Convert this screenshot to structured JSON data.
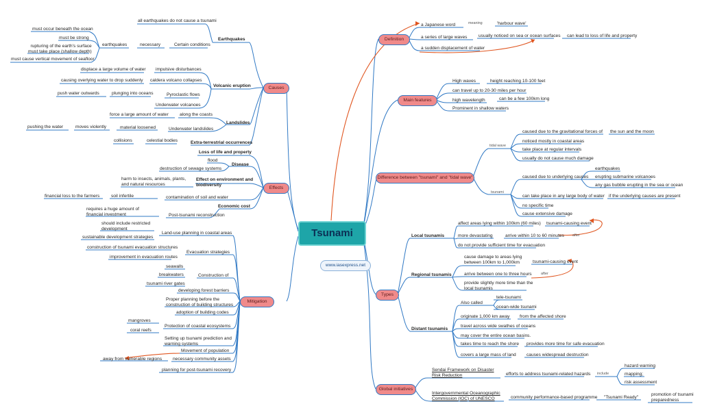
{
  "center": {
    "title": "Tsunami",
    "website": "www.iasexpress.net"
  },
  "causes": {
    "label": "Causes",
    "earthquakes": {
      "label": "Earthquakes",
      "all_not": "all earthquakes do not cause a tsunami",
      "certain": "Certain conditions",
      "necessary": "necessary",
      "eq": "earthquakes",
      "beneath": "must occur beneath the ocean",
      "strong": "must be strong",
      "rupturing": "rupturing of the earth's surface\nmust take place (shallow depth)",
      "vertical": "must cause vertical movement of seafloor"
    },
    "volcanic": {
      "label": "Volcanic eruption",
      "displace": "displace a large volume of water",
      "impulsive": "impulsive disturbances",
      "causing": "causing overlying water to drop suddenly",
      "caldera": "caldera volcano collapses",
      "push": "push water outwards",
      "plunging": "plunging into oceans",
      "pyroclastic": "Pyroclastic flows",
      "underwater": "Underwater volcanoes"
    },
    "landslides": {
      "label": "Landslides",
      "force": "force a large amount of water",
      "along": "along the coasts",
      "pushing": "pushing the water",
      "moves": "moves violently",
      "material": "material loosened",
      "underwater": "Underwater landslides"
    },
    "extra": {
      "label": "Extra-terrestrial occurrences",
      "collisions": "collisions",
      "celestial": "celestial bodies"
    }
  },
  "effects": {
    "label": "Effects",
    "loss": "Loss of life and property",
    "disease": "Disease",
    "flood": "flood",
    "sewage": "destruction of sewage systems",
    "env": "Effect on environment and\nbiodiversity",
    "harm": "harm to insects, animals, plants,\nand natural resources",
    "soil": "soil infertile",
    "contamination": "contamination of soil and water",
    "economic": "Economic cost",
    "financial_loss": "financial loss to the farmers",
    "huge": "requires a huge amount of\nfinancial investment",
    "post": "Post-tsunami reconstruction"
  },
  "mitigation": {
    "label": "Mitigation",
    "restricted": "should include restricted\ndevelopment",
    "landuse": "Land-use planning in coastal areas",
    "sustainable": "sustainable development strategies",
    "construction_routes": "construction of tsunami evacuation structures",
    "evac": "Evacuation strategies",
    "improvement": "improvement in evacuation routes",
    "seawalls": "seawalls",
    "breakwaters": "breakwaters",
    "construction_of": "Construction of",
    "gates": "tsunami river gates",
    "warning": "developing forest barriers",
    "proper": "Proper planning before the\nconstruction of building structures",
    "codes": "adoption of building codes",
    "mangroves": "mangroves",
    "coral": "coral reefs",
    "protection": "Protection of coastal ecosystems",
    "prediction": "Setting up tsunami prediction and\nwarning systems",
    "movement": "Movement of population",
    "away": "away from vulnerable regions",
    "community": "necessary community assets",
    "planning": "planning for post-tsunami recovery"
  },
  "definition": {
    "label": "Definition",
    "japanese": "a Japanese word",
    "meaning": "meaning",
    "harbour": "'harbour wave'",
    "series": "a series of large waves",
    "noticed": "usually noticed on sea or ocean surfaces",
    "loss": "can lead to loss of life and property",
    "displacement": "a sudden displacement of water"
  },
  "features": {
    "label": "Main features",
    "high": "High waves",
    "height": "height reaching 10-100 feet",
    "travel": "can travel up to 20-30 miles per hour",
    "wavelength": "high wavelength",
    "km": "can be a few 100km long",
    "shallow": "Prominent in shallow waters"
  },
  "difference": {
    "label": "Difference between \"tsunami\" and \"tidal wave\"",
    "tidal": "tidal wave",
    "gravitational": "caused due to the gravitational forces of",
    "sun": "the sun and the moon",
    "coastal": "noticed mostly in coastal areas",
    "regular": "take place at regular intervals",
    "damage": "usually do not cause much damage",
    "tsunami": "tsunami",
    "underlying": "caused due to underlying causes",
    "eq": "earthquakes",
    "volcanoes": "erupting submarine volcanoes",
    "gas": "any gas bubble erupting in the sea or ocean",
    "large_body": "can take place in any large body of water",
    "if": "if the underlying causes are present",
    "no_period": "no specific time",
    "extensive": "cause extensive damage"
  },
  "types": {
    "label": "Types",
    "local": "Local tsunamis",
    "affect": "affect areas lying within 100km (60 miles)",
    "event": "tsunami-causing event",
    "devastating": "more devastating",
    "arrive10": "arrive within 10 to 60 minutes",
    "after": "after",
    "no_time": "do not provide sufficient time for evacuation",
    "regional": "Regional tsunamis",
    "damage_far": "cause damage to areas lying\nbetween 100km to 1,000km",
    "event2": "tsunami-causing event",
    "arrive1": "arrive between one to three hours",
    "after2": "after",
    "more_time": "provide slightly more time than the\nlocal tsunamis",
    "distant": "Distant tsunamis",
    "also": "Also called",
    "tele": "tele-tsunami",
    "ocean_wide": "ocean-wide tsunami",
    "originate": "originate 1,000 km away",
    "from": "from the affected shore",
    "across": "travel across wide swathes of oceans",
    "entire": "may cover the entire ocean basins.",
    "takes": "takes time to reach the shore",
    "provides": "provides more time for safe evacuation",
    "covers": "covers a large mass of land",
    "widespread": "causes widespread destruction"
  },
  "global": {
    "label": "Global initiatives",
    "sendai": "Sendai Framework on Disaster\nRisk Reduction",
    "efforts": "efforts to address tsunami-related hazards",
    "include": "include",
    "hazard": "hazard warning",
    "mapping": "mapping;",
    "risk": "risk assessment",
    "ioc": "Intergovernmental Oceanographic\nCommission (IOC) of UNESCO",
    "programme": "community performance-based programme",
    "ready": "\"Tsunami Ready\"",
    "promotion": "promotion of tsunami\npreparedness"
  },
  "colors": {
    "branch": "#2f78c4",
    "node_fill": "#f08a8a",
    "center_fill": "#1ea5a8",
    "arrow": "#e0551f"
  }
}
